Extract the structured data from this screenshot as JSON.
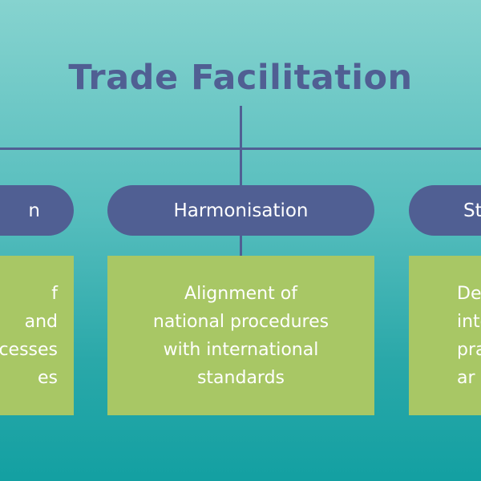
{
  "diagram": {
    "title": "Trade Facilitation",
    "columns": [
      {
        "pill_label": "n",
        "box_text": "f\nand\ncesses\nes"
      },
      {
        "pill_label": "Harmonisation",
        "box_text": "Alignment of\nnational procedures\nwith international\nstandards"
      },
      {
        "pill_label": "St",
        "box_text": "De\ninterna\npracti\nar"
      }
    ]
  },
  "colors": {
    "node_fill": "#505f93",
    "box_fill": "#a8c765",
    "background_top": "#86d3cf",
    "background_bottom": "#13a0a2"
  }
}
